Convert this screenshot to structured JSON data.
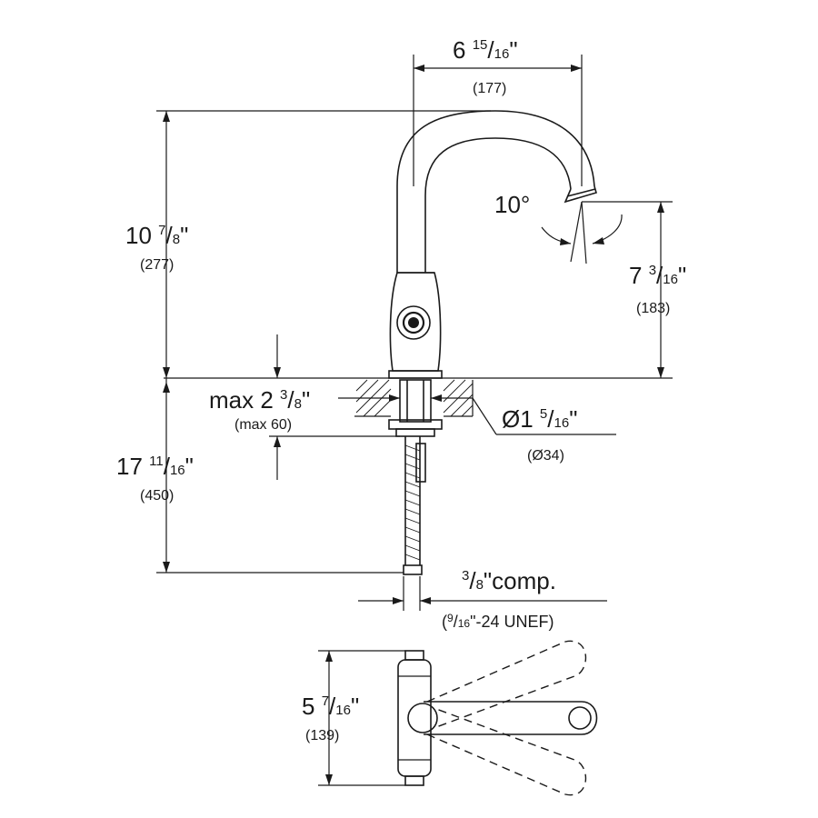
{
  "dimensions": {
    "spout_reach": {
      "whole": "6",
      "num": "15",
      "den": "16",
      "unit": "\"",
      "metric": "(177)"
    },
    "total_height": {
      "whole": "10",
      "num": "7",
      "den": "8",
      "unit": "\"",
      "metric": "(277)"
    },
    "swivel_angle": {
      "label": "10°"
    },
    "outlet_height": {
      "whole": "7",
      "num": "3",
      "den": "16",
      "unit": "\"",
      "metric": "(183)"
    },
    "deck_thickness": {
      "prefix": "max 2",
      "num": "3",
      "den": "8",
      "unit": "\"",
      "metric": "(max 60)"
    },
    "hole_diameter": {
      "whole": "Ø1",
      "num": "5",
      "den": "16",
      "unit": "\"",
      "metric": "(Ø34)"
    },
    "hose_length": {
      "whole": "17",
      "num": "11",
      "den": "16",
      "unit": "\"",
      "metric": "(450)"
    },
    "connection": {
      "num": "3",
      "den": "8",
      "suffix": "\"comp.",
      "thread_open": "(",
      "thread_num": "9",
      "thread_den": "16",
      "thread_rest": "\"-24 UNEF)"
    },
    "base_depth": {
      "whole": "5",
      "num": "7",
      "den": "16",
      "unit": "\"",
      "metric": "(139)"
    }
  },
  "colors": {
    "line": "#1a1a1a",
    "background": "#ffffff"
  }
}
